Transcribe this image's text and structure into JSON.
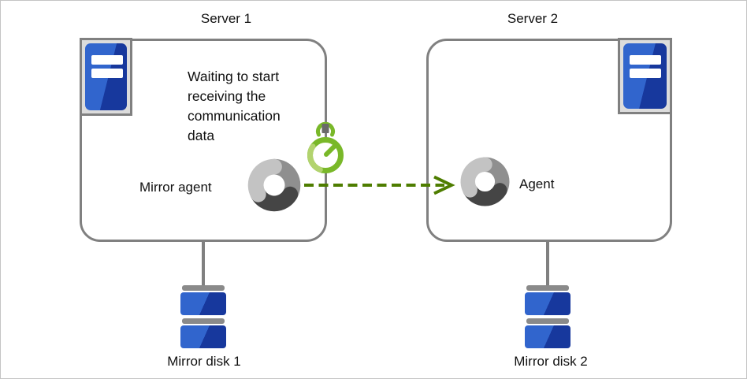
{
  "diagram": {
    "description": "Two-server mirror disk replication diagram"
  },
  "server1": {
    "title": "Server 1",
    "status_text": "Waiting to start\nreceiving the\ncommunication\ndata",
    "agent_label": "Mirror agent",
    "disk_label": "Mirror disk 1"
  },
  "server2": {
    "title": "Server 2",
    "agent_label": "Agent",
    "disk_label": "Mirror disk 2"
  },
  "icons": {
    "server_icon": "blue tower server in gray frame",
    "agent_donut_icon": "three-segment gray donut",
    "stopwatch_icon": "green stopwatch (waiting timer)",
    "mirror_disk_icon": "stacked blue disks",
    "dashed_arrow_icon": "green dashed arrow left-to-right"
  },
  "colors": {
    "frame_gray": "#c4c4c4",
    "box_border": "#808080",
    "bar_gray": "#8a8a8a",
    "blue_light": "#3165cd",
    "blue_dark": "#17389d",
    "green": "#79b829",
    "green_light": "#b2d36e",
    "dash_green": "#4e7d00",
    "donut_light": "#c3c3c3",
    "donut_mid": "#8f8f8f",
    "donut_dark": "#454545",
    "button_gray": "#6a6a6a"
  }
}
